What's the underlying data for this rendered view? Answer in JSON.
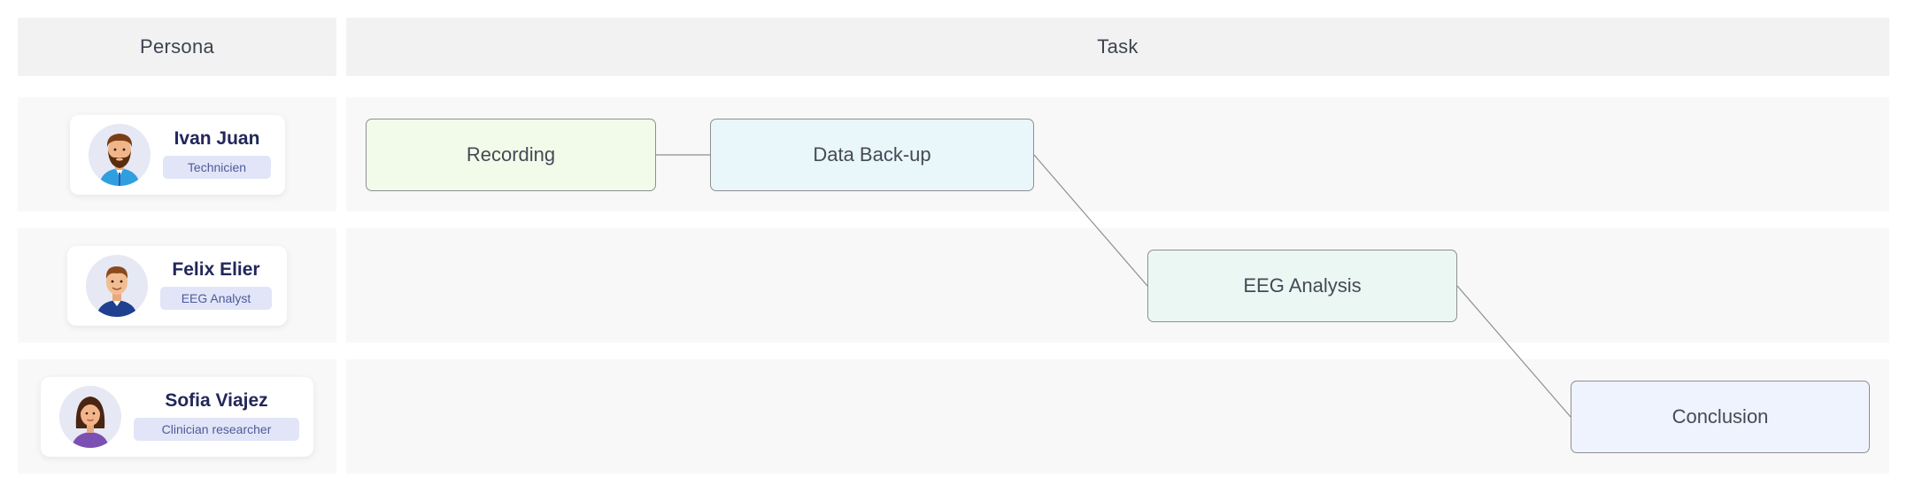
{
  "headers": {
    "persona": "Persona",
    "task": "Task"
  },
  "personas": [
    {
      "name": "Ivan Juan",
      "role": "Technicien",
      "avatar_icon": "bearded-man-avatar-icon"
    },
    {
      "name": "Felix Elier",
      "role": "EEG Analyst",
      "avatar_icon": "man-avatar-icon"
    },
    {
      "name": "Sofia Viajez",
      "role": "Clinician researcher",
      "avatar_icon": "woman-avatar-icon"
    }
  ],
  "tasks": [
    {
      "label": "Recording",
      "persona": "Ivan Juan",
      "color": "#f2fbea"
    },
    {
      "label": "Data Back-up",
      "persona": "Ivan Juan",
      "color": "#e9f6fa"
    },
    {
      "label": "EEG Analysis",
      "persona": "Felix Elier",
      "color": "#ebf7f2"
    },
    {
      "label": "Conclusion",
      "persona": "Sofia Viajez",
      "color": "#eff3fd"
    }
  ],
  "connections": [
    [
      "Recording",
      "Data Back-up"
    ],
    [
      "Data Back-up",
      "EEG Analysis"
    ],
    [
      "EEG Analysis",
      "Conclusion"
    ]
  ],
  "colors": {
    "header_bg": "#f2f2f2",
    "lane_bg": "#f8f8f8",
    "name_text": "#22275a",
    "role_badge_bg": "#e1e5f7",
    "role_badge_text": "#4e5a9c",
    "avatar_bg": "#e6e8f4"
  }
}
